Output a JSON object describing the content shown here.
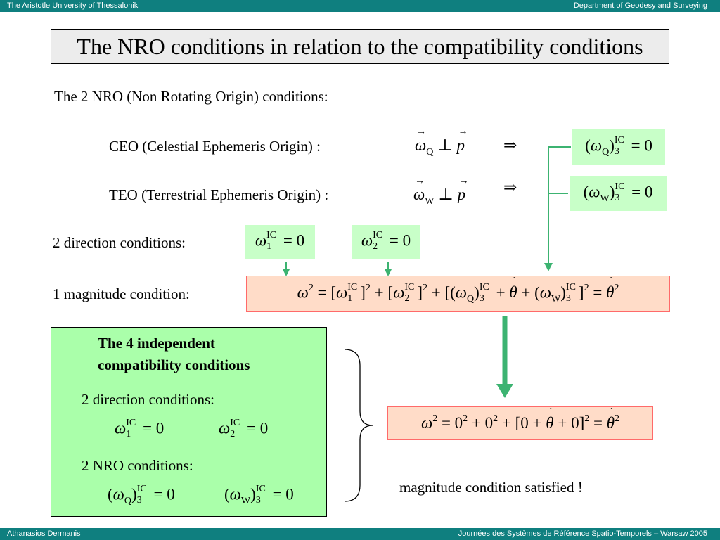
{
  "header": {
    "left": "The Aristotle University of Thessaloniki",
    "right": "Department of Geodesy and Surveying"
  },
  "footer": {
    "left": "Athanasios Dermanis",
    "right": "Journées des Systèmes de Référence Spatio-Temporels – Warsaw 2005"
  },
  "title": "The NRO conditions in relation to the compatibility conditions",
  "intro": "The 2 NRO (Non Rotating Origin) conditions:",
  "ceo_label": "CEO (Celestial Ephemeris Origin) :",
  "teo_label": "TEO (Terrestrial Ephemeris Origin) :",
  "direction_label": "2 direction conditions:",
  "magnitude_label": "1 magnitude condition:",
  "box": {
    "heading_line1": "The 4 independent",
    "heading_line2": "compatibility conditions",
    "direction_label": "2 direction conditions:",
    "nro_label": "2 NRO conditions:"
  },
  "satisfied": "magnitude condition satisfied !",
  "symbols": {
    "Q": "Q",
    "W": "W",
    "IC": "IC",
    "one": "1",
    "two": "2",
    "three": "3",
    "zero": "0",
    "implies": "⇒",
    "perp": "⊥"
  },
  "colors": {
    "bar": "#0f7f7f",
    "green_box": "#c8ffc8",
    "big_green_box": "#aaffaa",
    "peach_box": "#ffdcc8",
    "peach_border": "#ff6a6a",
    "arrow_green": "#3cb371"
  }
}
